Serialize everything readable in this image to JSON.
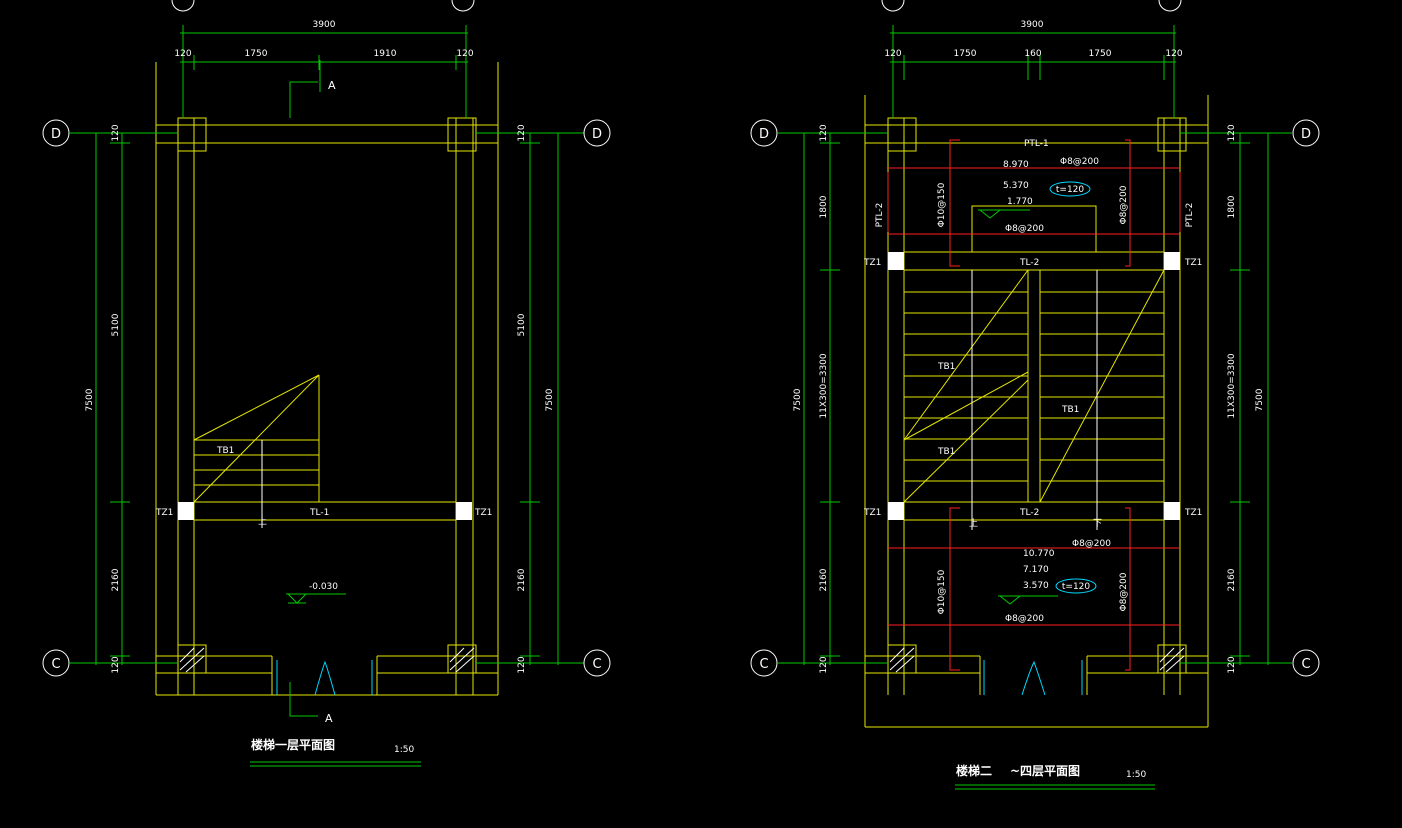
{
  "colors": {
    "background": "#000000",
    "walls": "#e6e600",
    "dimensions": "#00c800",
    "text": "#ffffff",
    "rebar": "#ff2020",
    "annotation": "#00d8ff"
  },
  "axes": {
    "D": "D",
    "C": "C"
  },
  "plan1": {
    "title": "楼梯一层平面图",
    "scale": "1:50",
    "dim_total_width": "3900",
    "dim_top": [
      "120",
      "1750",
      "1910",
      "120"
    ],
    "dim_left_total": "7500",
    "dim_left": [
      "120",
      "5100",
      "2160",
      "120"
    ],
    "dim_right_total": "7500",
    "dim_right": [
      "120",
      "5100",
      "2160",
      "120"
    ],
    "section_label": "A",
    "column_label": "TZ1",
    "beam_label": "TL-1",
    "flight_label": "TB1",
    "up_label": "上",
    "elevation": "-0.030"
  },
  "plan2": {
    "title_a": "楼梯二",
    "title_b": "~四层平面图",
    "scale": "1:50",
    "dim_total_width": "3900",
    "dim_top": [
      "120",
      "1750",
      "160",
      "1750",
      "120"
    ],
    "dim_left_total": "7500",
    "dim_left": [
      "120",
      "1800",
      "11X300=3300",
      "2160",
      "120"
    ],
    "dim_right_total": "7500",
    "dim_right": [
      "120",
      "1800",
      "11X300=3300",
      "2160",
      "120"
    ],
    "column_label": "TZ1",
    "beam_top": "PTL-1",
    "beam_side": "PTL-2",
    "beam_mid": "TL-2",
    "flight_label": "TB1",
    "up_label": "上",
    "down_label": "下",
    "upper_landing": {
      "elevations": [
        "8.970",
        "5.370",
        "1.770"
      ],
      "rebar_h1": "Φ8@200",
      "rebar_h2": "Φ8@200",
      "rebar_v_left": "Φ10@150",
      "rebar_v_right": "Φ8@200",
      "slab_tag": "t=120"
    },
    "lower_landing": {
      "elevations": [
        "10.770",
        "7.170",
        "3.570"
      ],
      "rebar_h1": "Φ8@200",
      "rebar_h2": "Φ8@200",
      "rebar_v_left": "Φ10@150",
      "rebar_v_right": "Φ8@200",
      "slab_tag": "t=120"
    }
  }
}
